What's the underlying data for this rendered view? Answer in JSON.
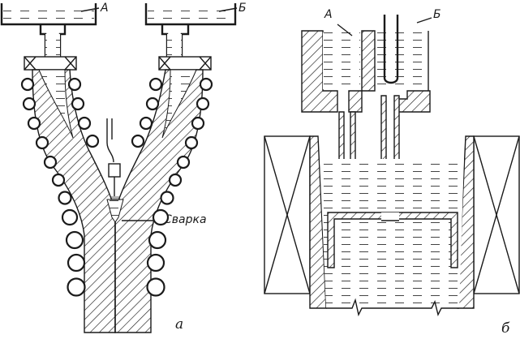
{
  "labels": {
    "tank_a_left": "А",
    "tank_b_left": "Б",
    "weld": "Сварка",
    "fig_a": "а",
    "tank_a_right": "А",
    "tank_b_right": "Б",
    "fig_b": "б"
  }
}
